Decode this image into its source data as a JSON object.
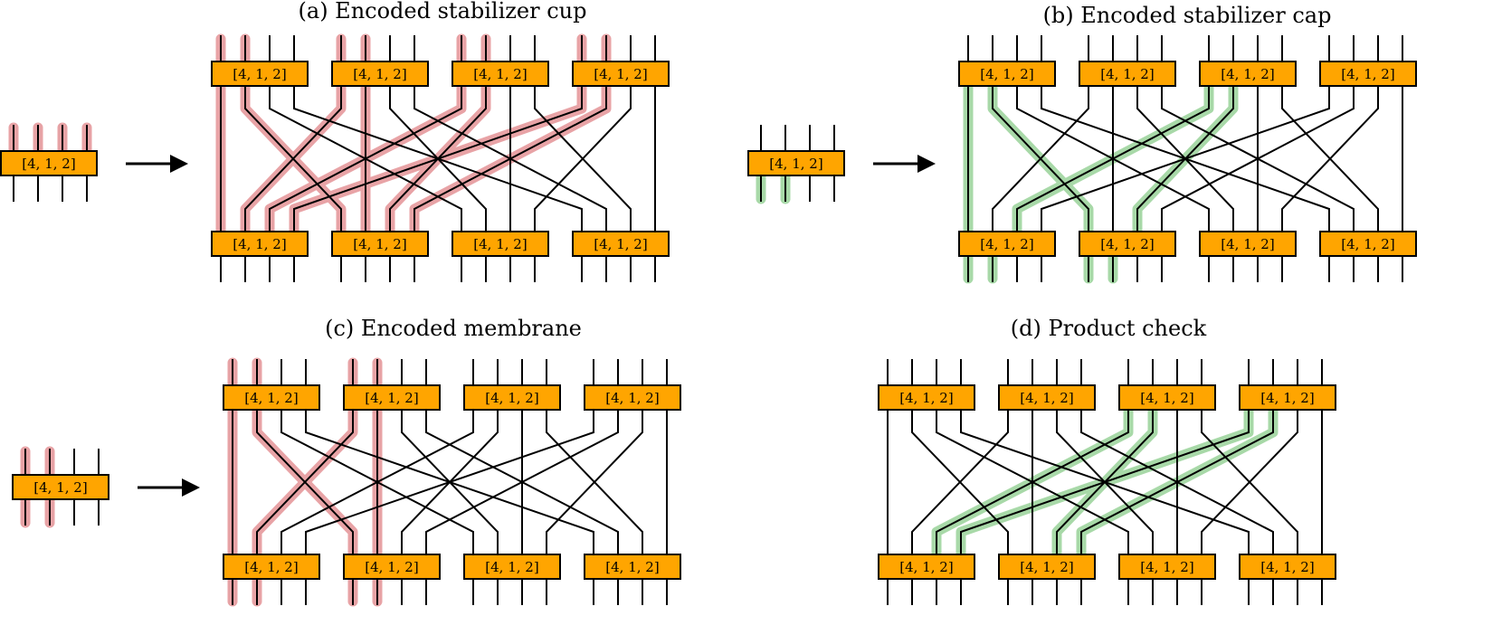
{
  "colors": {
    "box_fill": "#FFA500",
    "box_stroke": "#000000",
    "wire": "#000000",
    "highlight_red": "#E8A3A6",
    "highlight_green": "#A8D9A8",
    "background": "#FFFFFF"
  },
  "code_label": "[4, 1, 2]",
  "panels": [
    {
      "id": "a",
      "title": "(a) Encoded stabilizer cup",
      "highlight": "red",
      "small_box_label": "[4, 1, 2]",
      "top_boxes": [
        "[4, 1, 2]",
        "[4, 1, 2]",
        "[4, 1, 2]",
        "[4, 1, 2]"
      ],
      "bottom_boxes": [
        "[4, 1, 2]",
        "[4, 1, 2]",
        "[4, 1, 2]",
        "[4, 1, 2]"
      ]
    },
    {
      "id": "b",
      "title": "(b) Encoded stabilizer cap",
      "highlight": "green",
      "small_box_label": "[4, 1, 2]",
      "top_boxes": [
        "[4, 1, 2]",
        "[4, 1, 2]",
        "[4, 1, 2]",
        "[4, 1, 2]"
      ],
      "bottom_boxes": [
        "[4, 1, 2]",
        "[4, 1, 2]",
        "[4, 1, 2]",
        "[4, 1, 2]"
      ]
    },
    {
      "id": "c",
      "title": "(c) Encoded membrane",
      "highlight": "red",
      "small_box_label": "[4, 1, 2]",
      "top_boxes": [
        "[4, 1, 2]",
        "[4, 1, 2]",
        "[4, 1, 2]",
        "[4, 1, 2]"
      ],
      "bottom_boxes": [
        "[4, 1, 2]",
        "[4, 1, 2]",
        "[4, 1, 2]",
        "[4, 1, 2]"
      ]
    },
    {
      "id": "d",
      "title": "(d) Product check",
      "highlight": "green",
      "top_boxes": [
        "[4, 1, 2]",
        "[4, 1, 2]",
        "[4, 1, 2]",
        "[4, 1, 2]"
      ],
      "bottom_boxes": [
        "[4, 1, 2]",
        "[4, 1, 2]",
        "[4, 1, 2]",
        "[4, 1, 2]"
      ]
    }
  ]
}
